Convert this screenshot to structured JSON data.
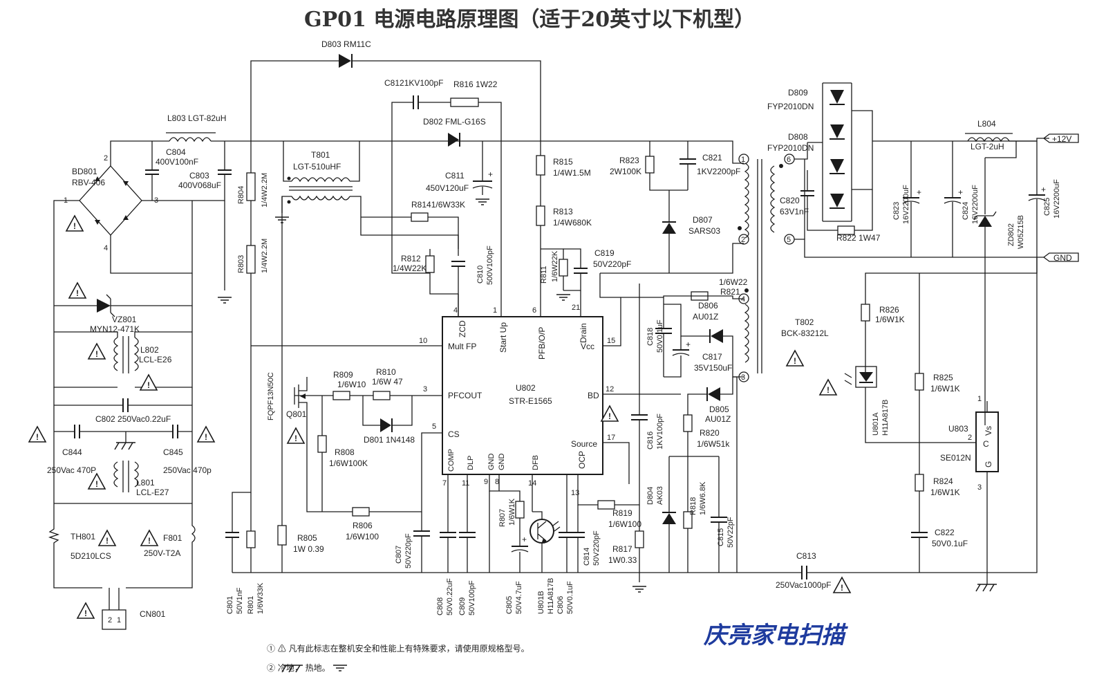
{
  "title": "GP01 电源电路原理图（适于20英寸以下机型）",
  "watermark": "庆亮家电扫描",
  "notes": [
    "① ⚠ 凡有此标志在整机安全和性能上有特殊要求，请使用原规格型号。",
    "② 冷地， 热地。"
  ],
  "ic_u802": {
    "ref": "U802",
    "part": "STR-E1565",
    "pins": {
      "zcd": "ZCD",
      "multfp": "Mult FP",
      "startup": "Start Up",
      "pfb": "PFB/O/P",
      "drain": "Drain",
      "vcc": "Vcc",
      "pfcout": "PFCOUT",
      "cs": "CS",
      "bd": "BD",
      "source": "Source",
      "ocp": "OCP",
      "comp": "COMP",
      "dlp": "DLP",
      "gnd1": "GND",
      "gnd2": "GND",
      "dfb": "DFB"
    },
    "pin_numbers": [
      "4",
      "1",
      "6",
      "21",
      "10",
      "15",
      "3",
      "12",
      "5",
      "17",
      "7",
      "11",
      "9",
      "8",
      "14",
      "13"
    ]
  },
  "components": {
    "d803": "D803  RM11C",
    "c812": "C8121KV100pF",
    "r816": "R816 1W22",
    "d802": "D802 FML-G16S",
    "l803": "L803 LGT-82uH",
    "c804": "C804",
    "c804v": "400V100nF",
    "c803": "C803",
    "c803v": "400V068uF",
    "bd801": "BD801",
    "bd801v": "RBV-406",
    "t801": "T801",
    "t801v": "LGT-510uHF",
    "r804": "R804",
    "r804v": "1/4W2.2M",
    "r803": "R803",
    "r803v": "1/4W2.2M",
    "c811": "C811",
    "c811v": "450V120uF",
    "r814": "R8141/6W33K",
    "r812": "R812",
    "r812v": "1/4W22K",
    "c810": "C810",
    "c810v": "500V100pF",
    "r815": "R815",
    "r815v": "1/4W1.5M",
    "r813": "R813",
    "r813v": "1/4W680K",
    "r811": "R811",
    "r811v": "1/6W22K",
    "c819": "C819",
    "c819v": "50V220pF",
    "r823": "R823",
    "r823v": "2W100K",
    "c821": "C821",
    "c821v": "1KV2200pF",
    "d807": "D807",
    "d807v": "SARS03",
    "d809": "D809",
    "d809v": "FYP2010DN",
    "d808": "D808",
    "d808v": "FYP2010DN",
    "c820": "C820",
    "c820v": "63V1nF",
    "r822": "R822 1W47",
    "l804": "L804",
    "l804v": "LGT-2uH",
    "out12": "+12V",
    "gnd": "GND",
    "c823": "C823",
    "c823v": "16V2200uF",
    "c824": "C824",
    "c824v": "16V2200uF",
    "c825": "C825",
    "c825v": "16V2200uF",
    "zd802": "ZD802",
    "zd802v": "W05Z15B",
    "vz801": "VZ801",
    "vz801v": "MYN12-471K",
    "l802": "L802",
    "l802v": "LCL-E26",
    "c802": "C802  250Vac0.22uF",
    "c844": "C844",
    "c845": "C845",
    "c844v": "250Vac 470P",
    "c845v": "250Vac 470p",
    "l801": "L801",
    "l801v": "LCL-E27",
    "th801": "TH801",
    "th801v": "5D210LCS",
    "f801": "F801",
    "f801v": "250V-T2A",
    "cn801": "CN801",
    "q801": "Q801",
    "q801v": "FQPF13N50C",
    "r809": "R809",
    "r809v": "1/6W10",
    "r810": "R810",
    "r810v": "1/6W 47",
    "d801": "D801  1N4148",
    "r808": "R808",
    "r808v": "1/6W100K",
    "r805": "R805",
    "r805v": "1W 0.39",
    "r806": "R806",
    "r806v": "1/6W100",
    "c807": "C807",
    "c807v": "50V220pF",
    "c801": "C801",
    "c801v": "50V1nF",
    "r801": "R801",
    "r801v": "1/6W33K",
    "c808": "C808",
    "c808v": "50V0.22uF",
    "c809": "C809",
    "c809v": "50V100pF",
    "r807": "R807",
    "r807v": "1/6W1K",
    "c805": "C805",
    "c805v": "50V4.7uF",
    "u801b": "U801B",
    "u801bv": "H11A817B",
    "c806": "C806",
    "c806v": "50V0.1uF",
    "c814": "C814",
    "c814v": "50V220pF",
    "r819": "R819",
    "r819v": "1/6W100",
    "r817": "R817",
    "r817v": "1W0.33",
    "c816": "C816",
    "c816v": "1KV100pF",
    "c818": "C818",
    "c818v": "50V0.1uF",
    "r821": "1/6W22",
    "r821n": "R821",
    "d806": "D806",
    "d806v": "AU01Z",
    "c817": "C817",
    "c817v": "35V150uF",
    "d805": "D805",
    "d805v": "AU01Z",
    "r820": "R820",
    "r820v": "1/6W51k",
    "d804": "D804",
    "d804v": "AK03",
    "r818": "R818",
    "r818v": "1/6W6.8K",
    "c815": "C815",
    "c815v": "50V22pF",
    "t802": "T802",
    "t802v": "BCK-83212L",
    "r826": "R826",
    "r826v": "1/6W1K",
    "u801a": "U801A",
    "u801av": "H11A817B",
    "r825": "R825",
    "r825v": "1/6W1K",
    "u803": "U803",
    "u803v": "SE012N",
    "u803vs": "Vs",
    "u803c": "C",
    "u803g": "G",
    "r824": "R824",
    "r824v": "1/6W1K",
    "c822": "C822",
    "c822v": "50V0.1uF",
    "c813": "C813",
    "c813v": "250Vac1000pF"
  }
}
